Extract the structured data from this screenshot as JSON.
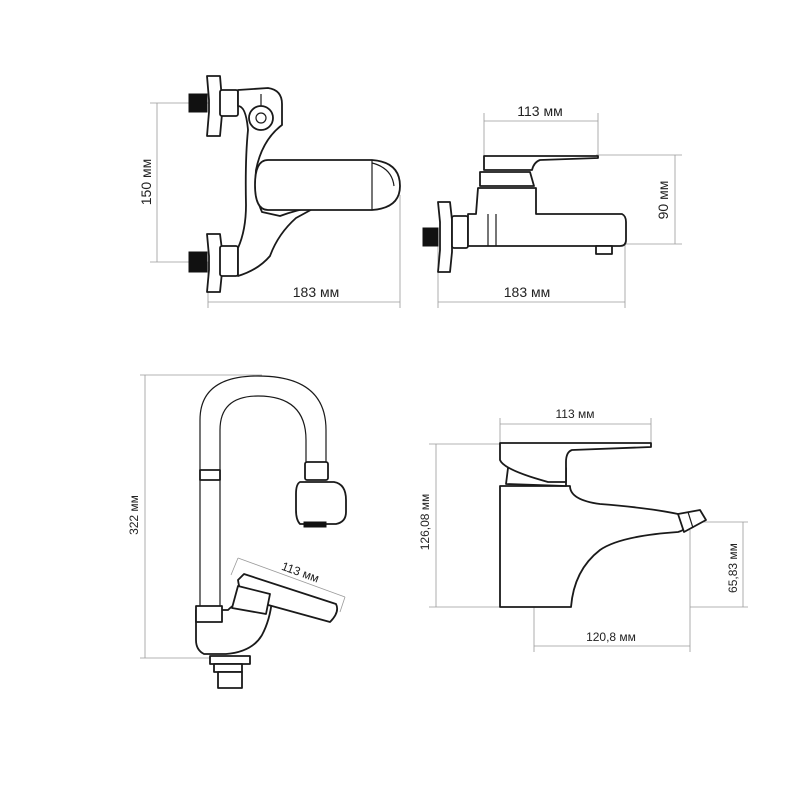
{
  "views": {
    "front_bath": {
      "height_label": "150 мм",
      "width_label": "183 мм"
    },
    "side_bath": {
      "top_label": "113 мм",
      "height_label": "90 мм",
      "width_label": "183 мм"
    },
    "gooseneck": {
      "height_label": "322 мм",
      "handle_label": "113 мм"
    },
    "basin": {
      "top_label": "113 мм",
      "height_label": "126,08 мм",
      "spout_height_label": "65,83 мм",
      "spout_reach_label": "120,8 мм"
    }
  },
  "colors": {
    "outline": "#1a1a1a",
    "dimension": "#9a9a9a",
    "text": "#222222"
  }
}
